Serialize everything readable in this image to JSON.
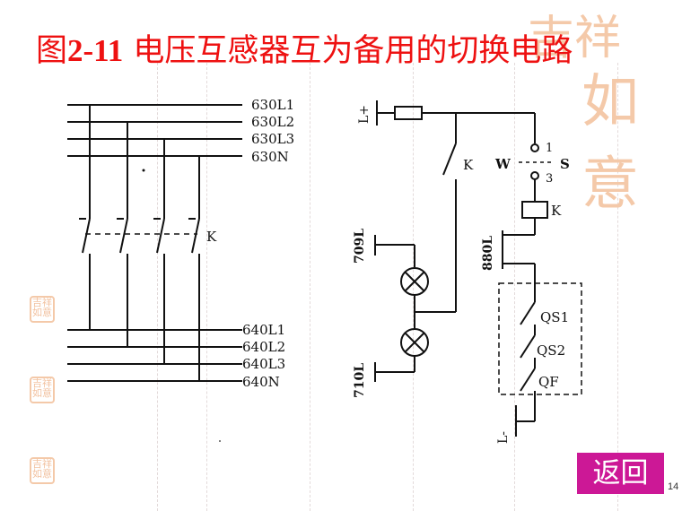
{
  "title": {
    "prefix": "图",
    "number": "2-11",
    "text": " 电压互感器互为备用的切换电路"
  },
  "diagram": {
    "bus_630": [
      "630L1",
      "630L2",
      "630L3",
      "630N"
    ],
    "bus_640": [
      "640L1",
      "640L2",
      "640L3",
      "640N"
    ],
    "switch_k_label": "K",
    "l_plus": "L+",
    "l_minus": "L-",
    "relay_contact_label": "K",
    "selector": {
      "w": "W",
      "s": "S",
      "pos1": "1",
      "pos3": "3"
    },
    "relay_coil_label": "K",
    "lamp_709": "709L",
    "lamp_710": "710L",
    "label_880": "880L",
    "contacts": [
      "QS1",
      "QS2",
      "QF"
    ]
  },
  "nav": {
    "back_label": "返回"
  },
  "page_number": "14",
  "colors": {
    "title": "#ee1111",
    "button": "#cc1896",
    "decoration": "#f4c9a9"
  }
}
